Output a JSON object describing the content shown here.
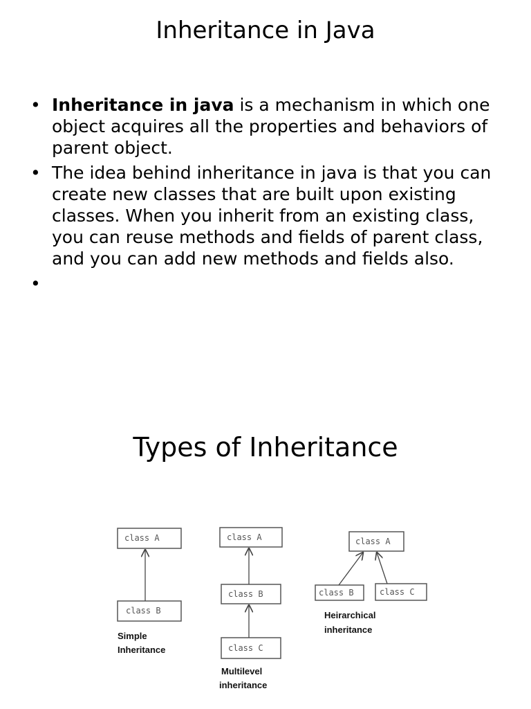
{
  "slide1": {
    "title": "Inheritance in Java",
    "bullets": [
      {
        "bold": "Inheritance in java",
        "text": " is a mechanism in which one object acquires all the properties and behaviors of parent object."
      },
      {
        "bold": "",
        "text": "The idea behind inheritance in java is that you can create new classes that are built upon existing classes. When you inherit from an existing class, you can reuse methods and fields of parent class, and you can add new methods and fields also."
      },
      {
        "bold": "",
        "text": ""
      }
    ]
  },
  "slide2": {
    "title": "Types of Inheritance",
    "diagram": {
      "simple": {
        "box_top": "class A",
        "box_bottom": "class B",
        "caption_line1": "Simple",
        "caption_line2": "Inheritance"
      },
      "multilevel": {
        "box_top": "class A",
        "box_middle": "class B",
        "box_bottom": "class C",
        "caption_line1": "Multilevel",
        "caption_line2": "inheritance"
      },
      "hierarchical": {
        "box_top": "class A",
        "box_left": "class B",
        "box_right": "class C",
        "caption_line1": "Heirarchical",
        "caption_line2": "inheritance"
      }
    }
  }
}
